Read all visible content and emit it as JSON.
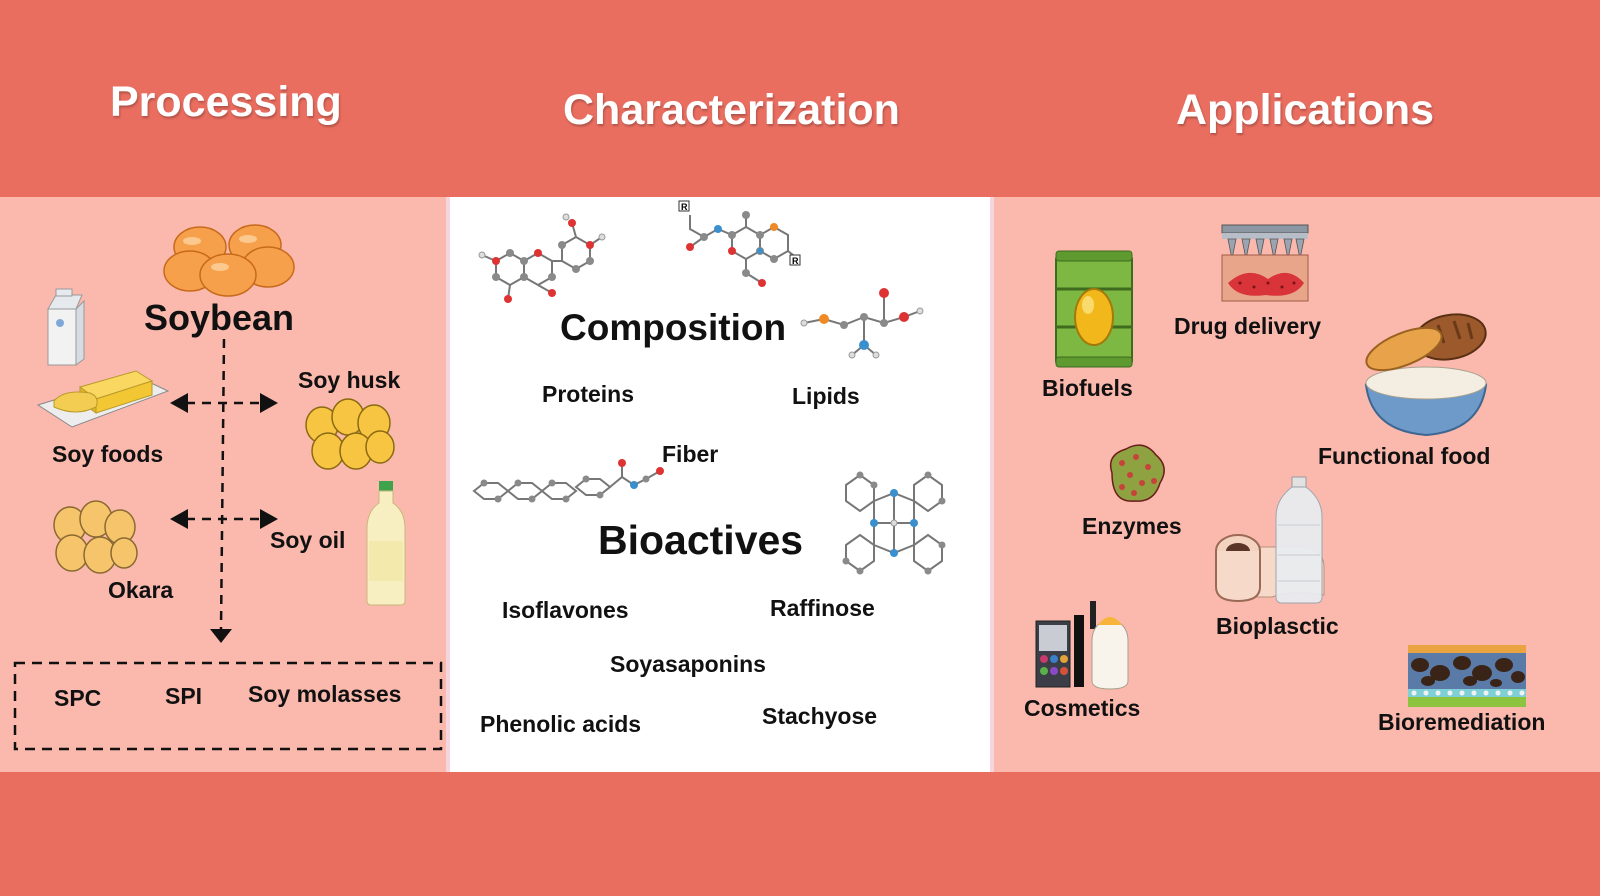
{
  "headers": {
    "processing": "Processing",
    "characterization": "Characterization",
    "applications": "Applications"
  },
  "processing": {
    "soybean": "Soybean",
    "soy_foods": "Soy foods",
    "soy_husk": "Soy husk",
    "okara": "Okara",
    "soy_oil": "Soy oil",
    "products": [
      "SPC",
      "SPI",
      "Soy molasses"
    ]
  },
  "characterization": {
    "composition": "Composition",
    "proteins": "Proteins",
    "lipids": "Lipids",
    "fiber": "Fiber",
    "bioactives": "Bioactives",
    "isoflavones": "Isoflavones",
    "raffinose": "Raffinose",
    "soyasaponins": "Soyasaponins",
    "phenolic_acids": "Phenolic acids",
    "stachyose": "Stachyose",
    "r_label": "R"
  },
  "applications": {
    "biofuels": "Biofuels",
    "drug_delivery": "Drug delivery",
    "functional_food": "Functional food",
    "enzymes": "Enzymes",
    "bioplastic": "Bioplasctic",
    "cosmetics": "Cosmetics",
    "bioremediation": "Bioremediation"
  },
  "colors": {
    "background": "#EA6E60",
    "side_panel": "#FBB9AE",
    "middle_panel": "#FFFFFF",
    "header_text": "#FFFFFF",
    "soybean": "#F7A04B"
  }
}
